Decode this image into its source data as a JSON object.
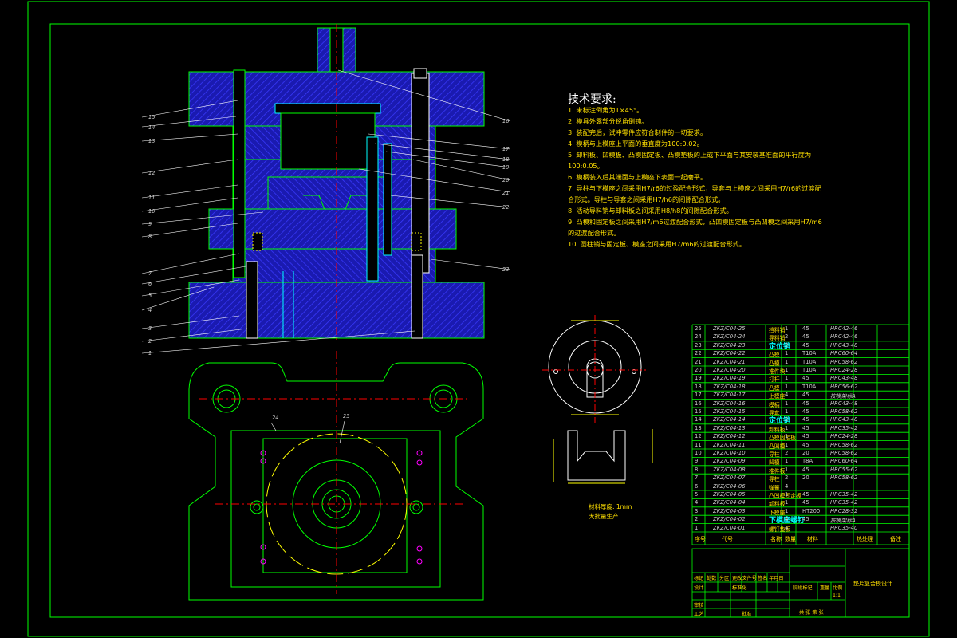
{
  "tech_requirements": {
    "title": "技术要求:",
    "items": [
      "1. 未标注倒角为1×45°。",
      "2. 模具外露部分锐角倒钝。",
      "3. 装配完后，试冲零件应符合制件的一切要求。",
      "4. 模柄与上模座上平面的垂直度为100:0.02。",
      "5. 卸料板、凹模板、凸模固定板、凸模垫板的上或下平面与其安装基准面的平行度为100:0.05。",
      "6. 模柄装入后其端面与上模座下表面一起磨平。",
      "7. 导柱与下模座之间采用H7/r6的过盈配合形式，导套与上模座之间采用H7/r6的过渡配合形式。导柱与导套之间采用H7/h6的间隙配合形式。",
      "8. 活动导料销与卸料板之间采用H8/h8的间隙配合形式。",
      "9. 凸模和固定板之间采用H7/m6过渡配合形式，凸凹模固定板与凸凹模之间采用H7/m6的过渡配合形式。",
      "10. 圆柱销与固定板、模座之间采用H7/m6的过渡配合形式。"
    ]
  },
  "part_note": {
    "line1": "材料厚度: 1mm",
    "line2": "大批量生产"
  },
  "leader_labels_left": [
    "15",
    "14",
    "13",
    "12",
    "11",
    "10",
    "9",
    "8",
    "7",
    "6",
    "5",
    "4",
    "3",
    "2",
    "1"
  ],
  "leader_labels_right": [
    "16",
    "17",
    "18",
    "19",
    "20",
    "21",
    "22",
    "23"
  ],
  "plan_labels": [
    "24",
    "25"
  ],
  "bom": {
    "rows": [
      {
        "no": "25",
        "code": "ZKZ/C04-25",
        "name": "挡料销",
        "qty": "1",
        "mat": "45",
        "hrc": "HRC42-46",
        "big": false
      },
      {
        "no": "24",
        "code": "ZKZ/C04-24",
        "name": "导料销",
        "qty": "2",
        "mat": "45",
        "hrc": "HRC42-46",
        "big": false
      },
      {
        "no": "23",
        "code": "ZKZ/C04-23",
        "name": "定位销",
        "qty": "2",
        "mat": "45",
        "hrc": "HRC43-48",
        "big": true
      },
      {
        "no": "22",
        "code": "ZKZ/C04-22",
        "name": "凸模",
        "qty": "1",
        "mat": "T10A",
        "hrc": "HRC60-64",
        "big": false
      },
      {
        "no": "21",
        "code": "ZKZ/C04-21",
        "name": "凸模",
        "qty": "1",
        "mat": "T10A",
        "hrc": "HRC58-62",
        "big": false
      },
      {
        "no": "20",
        "code": "ZKZ/C04-20",
        "name": "推件块",
        "qty": "1",
        "mat": "T10A",
        "hrc": "HRC24-28",
        "big": false
      },
      {
        "no": "19",
        "code": "ZKZ/C04-19",
        "name": "打杆",
        "qty": "1",
        "mat": "45",
        "hrc": "HRC43-48",
        "big": false
      },
      {
        "no": "18",
        "code": "ZKZ/C04-18",
        "name": "凸模",
        "qty": "1",
        "mat": "T10A",
        "hrc": "HRC56-62",
        "big": false
      },
      {
        "no": "17",
        "code": "ZKZ/C04-17",
        "name": "上模座",
        "qty": "4",
        "mat": "45",
        "hrc": "按模架标A",
        "big": false
      },
      {
        "no": "16",
        "code": "ZKZ/C04-16",
        "name": "模柄",
        "qty": "1",
        "mat": "45",
        "hrc": "HRC43-48",
        "big": false
      },
      {
        "no": "15",
        "code": "ZKZ/C04-15",
        "name": "导套",
        "qty": "1",
        "mat": "45",
        "hrc": "HRC58-62",
        "big": false
      },
      {
        "no": "14",
        "code": "ZKZ/C04-14",
        "name": "定位销",
        "qty": "2",
        "mat": "45",
        "hrc": "HRC43-48",
        "big": true
      },
      {
        "no": "13",
        "code": "ZKZ/C04-13",
        "name": "卸料板",
        "qty": "1",
        "mat": "45",
        "hrc": "HRC35-42",
        "big": false
      },
      {
        "no": "12",
        "code": "ZKZ/C04-12",
        "name": "凸模固定板",
        "qty": "1",
        "mat": "45",
        "hrc": "HRC24-28",
        "big": false
      },
      {
        "no": "11",
        "code": "ZKZ/C04-11",
        "name": "凸凹模",
        "qty": "1",
        "mat": "45",
        "hrc": "HRC58-62",
        "big": false
      },
      {
        "no": "10",
        "code": "ZKZ/C04-10",
        "name": "导柱",
        "qty": "2",
        "mat": "20",
        "hrc": "HRC58-62",
        "big": false
      },
      {
        "no": "9",
        "code": "ZKZ/C04-09",
        "name": "凹模",
        "qty": "1",
        "mat": "T8A",
        "hrc": "HRC60-64",
        "big": false
      },
      {
        "no": "8",
        "code": "ZKZ/C04-08",
        "name": "推件板",
        "qty": "1",
        "mat": "45",
        "hrc": "HRC55-62",
        "big": false
      },
      {
        "no": "7",
        "code": "ZKZ/C04-07",
        "name": "导柱",
        "qty": "2",
        "mat": "20",
        "hrc": "HRC58-62",
        "big": false
      },
      {
        "no": "6",
        "code": "ZKZ/C04-06",
        "name": "弹簧",
        "qty": "4",
        "mat": "",
        "hrc": "",
        "big": false
      },
      {
        "no": "5",
        "code": "ZKZ/C04-05",
        "name": "凸凹模固定板",
        "qty": "1",
        "mat": "45",
        "hrc": "HRC35-42",
        "big": false
      },
      {
        "no": "4",
        "code": "ZKZ/C04-04",
        "name": "卸料板",
        "qty": "1",
        "mat": "45",
        "hrc": "HRC35-42",
        "big": false
      },
      {
        "no": "3",
        "code": "ZKZ/C04-03",
        "name": "下模座",
        "qty": "1",
        "mat": "HT200",
        "hrc": "HRC28-32",
        "big": false
      },
      {
        "no": "2",
        "code": "ZKZ/C04-02",
        "name": "下模座螺钉",
        "qty": "4",
        "mat": "45",
        "hrc": "按模架标A",
        "big": true
      },
      {
        "no": "1",
        "code": "ZKZ/C04-01",
        "name": "螺钉垫板",
        "qty": "4",
        "mat": "",
        "hrc": "HRC35-40",
        "big": false
      }
    ],
    "headers": [
      "序号",
      "代号",
      "名称",
      "数量",
      "材料",
      "热处理",
      "备注"
    ]
  },
  "title_block": {
    "drawing_title": "垫片复合模设计",
    "row_labels_1": [
      "标记",
      "处数",
      "分区",
      "更改文件号",
      "签名",
      "年月日"
    ],
    "row_labels_2": [
      "设计",
      "",
      "标准化",
      "",
      "",
      "阶段标记",
      "重量",
      "比例"
    ],
    "row_labels_3": [
      "审核"
    ],
    "row_labels_4": [
      "工艺",
      "",
      "批准"
    ],
    "scale": "1:1",
    "sheet_text": "共  张  第  张"
  },
  "colors": {
    "frame": "#00ff00",
    "hatch_blue": "#2020c8",
    "hatch_line": "#00ffff",
    "yellow": "#ffe000",
    "red": "#ff0000",
    "white": "#eeeeee",
    "magenta": "#ff00ff"
  }
}
